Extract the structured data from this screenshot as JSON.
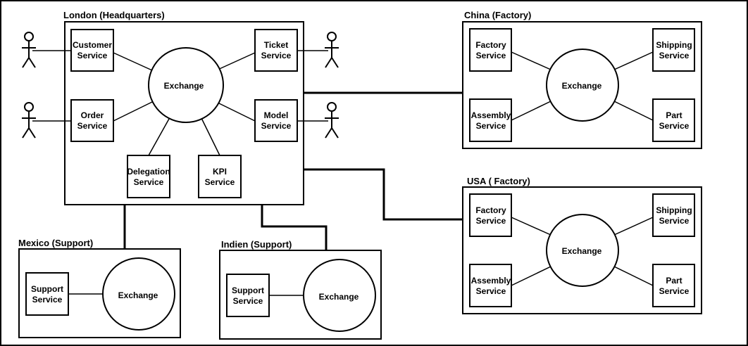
{
  "groups": {
    "london": {
      "title": "London (Headquarters)",
      "exchange": "Exchange",
      "services": {
        "customer": [
          "Customer",
          "Service"
        ],
        "order": [
          "Order",
          "Service"
        ],
        "ticket": [
          "Ticket",
          "Service"
        ],
        "model": [
          "Model",
          "Service"
        ],
        "delegation": [
          "Delegation",
          "Service"
        ],
        "kpi": [
          "KPI",
          "Service"
        ]
      }
    },
    "china": {
      "title": "China (Factory)",
      "exchange": "Exchange",
      "services": {
        "factory": [
          "Factory",
          "Service"
        ],
        "shipping": [
          "Shipping",
          "Service"
        ],
        "assembly": [
          "Assembly",
          "Service"
        ],
        "part": [
          "Part",
          "Service"
        ]
      }
    },
    "usa": {
      "title": "USA ( Factory)",
      "exchange": "Exchange",
      "services": {
        "factory": [
          "Factory",
          "Service"
        ],
        "shipping": [
          "Shipping",
          "Service"
        ],
        "assembly": [
          "Assembly",
          "Service"
        ],
        "part": [
          "Part",
          "Service"
        ]
      }
    },
    "mexico": {
      "title": "Mexico (Support)",
      "exchange": "Exchange",
      "services": {
        "support": [
          "Support",
          "Service"
        ]
      }
    },
    "indien": {
      "title": "Indien (Support)",
      "exchange": "Exchange",
      "services": {
        "support": [
          "Support",
          "Service"
        ]
      }
    }
  }
}
